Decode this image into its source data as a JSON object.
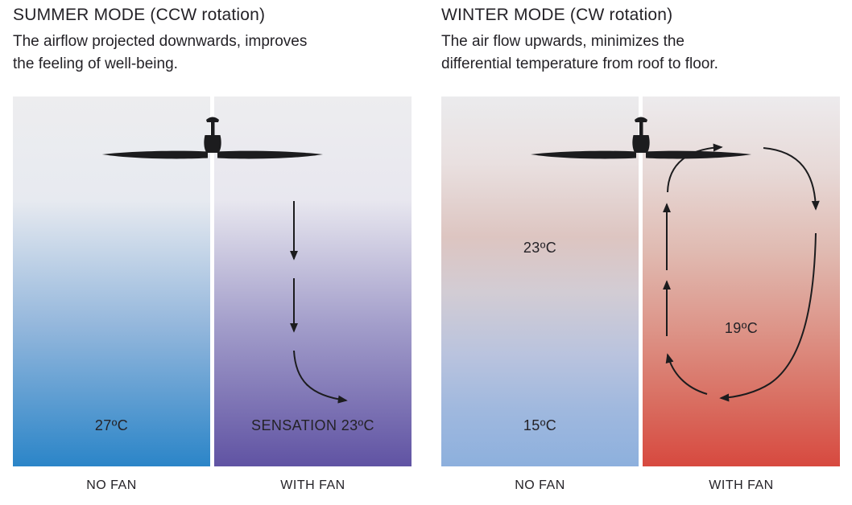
{
  "summer": {
    "title": "SUMMER MODE (CCW rotation)",
    "subtitle": "The airflow projected downwards, improves\nthe feeling of well-being.",
    "no_fan": {
      "temp_label": "27ºC",
      "caption": "NO FAN"
    },
    "with_fan": {
      "temp_label": "SENSATION 23ºC",
      "caption": "WITH FAN"
    }
  },
  "winter": {
    "title": "WINTER MODE (CW rotation)",
    "subtitle": "The air flow upwards, minimizes the\ndifferential temperature from roof to floor.",
    "no_fan": {
      "top_temp_label": "23ºC",
      "bottom_temp_label": "15ºC",
      "caption": "NO FAN"
    },
    "with_fan": {
      "temp_label": "19ºC",
      "caption": "WITH FAN"
    }
  },
  "colors": {
    "summer_cool_blue": "#2b85c8",
    "summer_sensation_purple": "#6053a3",
    "winter_warm_pink": "#ddc5c1",
    "winter_floor_blue": "#8db0dd",
    "winter_hot_red": "#d7493f",
    "neutral_top": "#ededef",
    "text_dark": "#242227"
  }
}
